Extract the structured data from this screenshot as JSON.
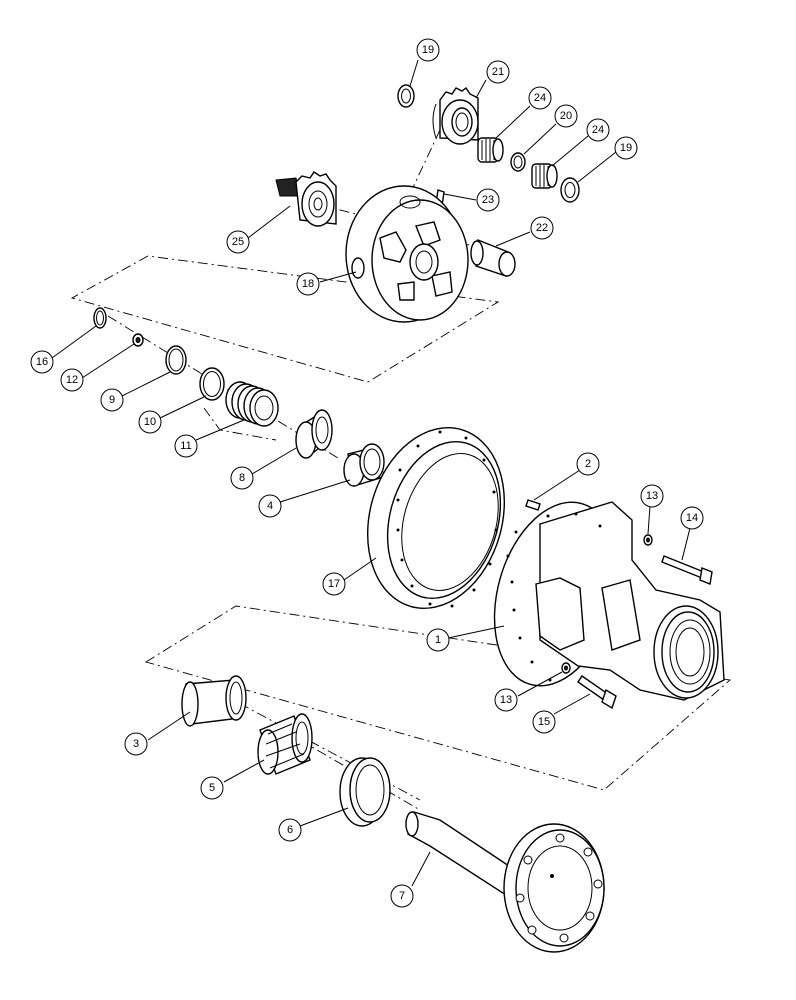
{
  "callouts": [
    {
      "id": "c19a",
      "label": "19"
    },
    {
      "id": "c21",
      "label": "21"
    },
    {
      "id": "c24a",
      "label": "24"
    },
    {
      "id": "c20",
      "label": "20"
    },
    {
      "id": "c24b",
      "label": "24"
    },
    {
      "id": "c19b",
      "label": "19"
    },
    {
      "id": "c23",
      "label": "23"
    },
    {
      "id": "c22",
      "label": "22"
    },
    {
      "id": "c25",
      "label": "25"
    },
    {
      "id": "c18",
      "label": "18"
    },
    {
      "id": "c16",
      "label": "16"
    },
    {
      "id": "c12",
      "label": "12"
    },
    {
      "id": "c9",
      "label": "9"
    },
    {
      "id": "c10",
      "label": "10"
    },
    {
      "id": "c11",
      "label": "11"
    },
    {
      "id": "c8",
      "label": "8"
    },
    {
      "id": "c4",
      "label": "4"
    },
    {
      "id": "c2",
      "label": "2"
    },
    {
      "id": "c13a",
      "label": "13"
    },
    {
      "id": "c14",
      "label": "14"
    },
    {
      "id": "c17",
      "label": "17"
    },
    {
      "id": "c1",
      "label": "1"
    },
    {
      "id": "c13b",
      "label": "13"
    },
    {
      "id": "c15",
      "label": "15"
    },
    {
      "id": "c3",
      "label": "3"
    },
    {
      "id": "c5",
      "label": "5"
    },
    {
      "id": "c6",
      "label": "6"
    },
    {
      "id": "c7",
      "label": "7"
    }
  ]
}
